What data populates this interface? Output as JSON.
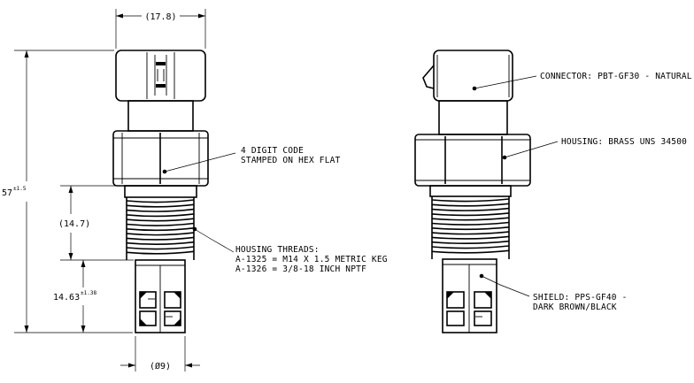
{
  "dimensions": {
    "top_width": "(17.8)",
    "overall_height": "57",
    "overall_height_tol": "±1.5",
    "thread_length": "(14.7)",
    "shield_length": "14.63",
    "shield_length_tol": "±1.38",
    "bottom_diameter": "(Ø9)"
  },
  "callouts": {
    "code_line1": "4 DIGIT CODE",
    "code_line2": "STAMPED ON HEX FLAT",
    "threads_line1": "HOUSING THREADS:",
    "threads_line2": "A-1325 = M14 X 1.5 METRIC KEG",
    "threads_line3": "A-1326 = 3/8-18 INCH NPTF",
    "connector": "CONNECTOR: PBT-GF30 - NATURAL",
    "housing": "HOUSING: BRASS UNS 34500",
    "shield_line1": "SHIELD: PPS-GF40 -",
    "shield_line2": "DARK BROWN/BLACK"
  }
}
